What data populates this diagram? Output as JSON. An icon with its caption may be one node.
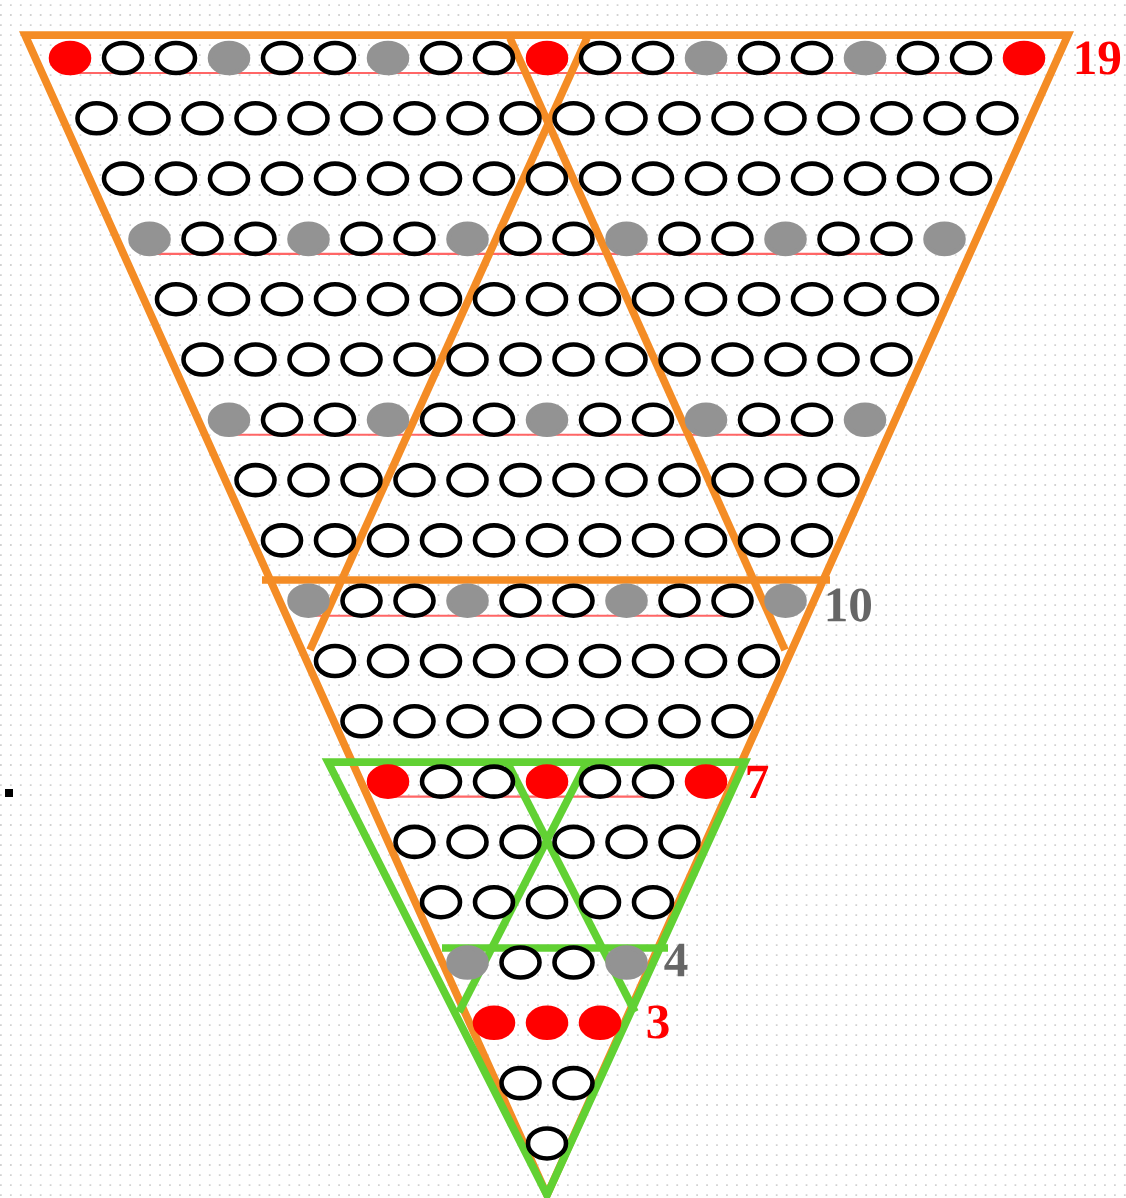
{
  "diagram": {
    "labels": [
      "19",
      "10",
      "7",
      "4",
      "3"
    ]
  }
}
